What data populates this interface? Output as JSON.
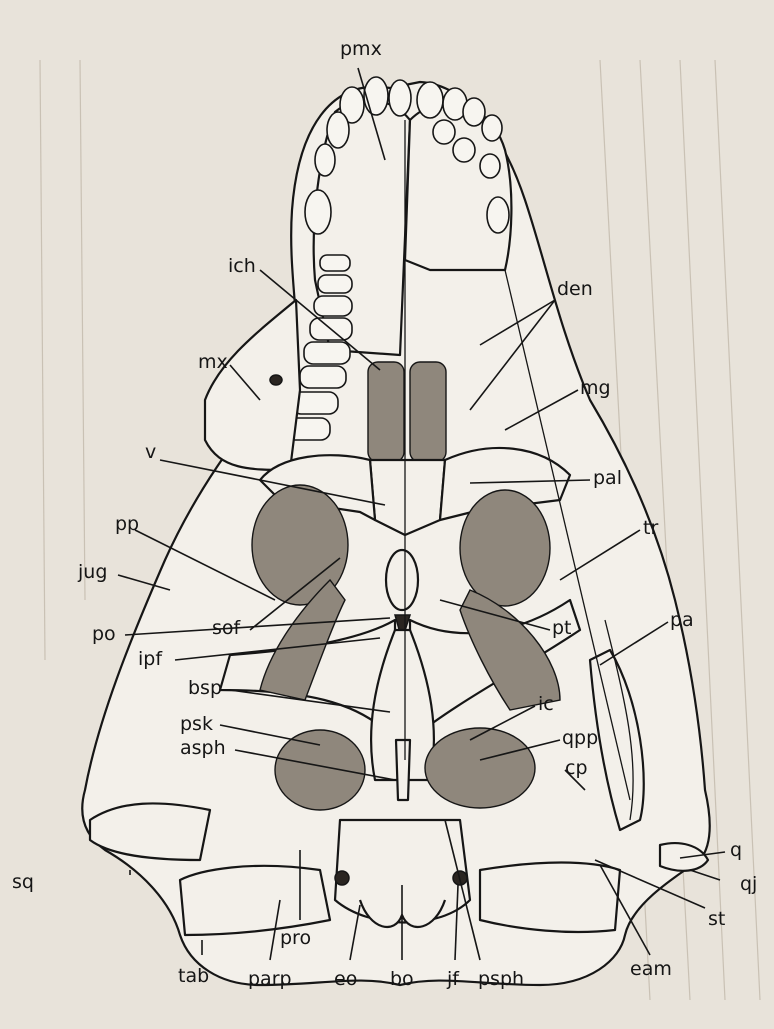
{
  "figure": {
    "labels": {
      "pmx": "pmx",
      "ich": "ich",
      "den": "den",
      "mx": "mx",
      "mg": "mg",
      "v": "v",
      "pal": "pal",
      "pp": "pp",
      "tr": "tr",
      "jug": "jug",
      "sof": "sof",
      "pt": "pt",
      "po": "po",
      "pa": "pa",
      "ipf": "ipf",
      "bsp": "bsp",
      "ic": "ic",
      "psk": "psk",
      "qpp": "qpp",
      "asph": "asph",
      "cp": "cp",
      "q": "q",
      "sq": "sq",
      "qj": "qj",
      "st": "st",
      "pro": "pro",
      "tab": "tab",
      "parp": "parp",
      "eo": "eo",
      "bo": "bo",
      "jf": "jf",
      "psph": "psph",
      "eam": "eam"
    }
  }
}
